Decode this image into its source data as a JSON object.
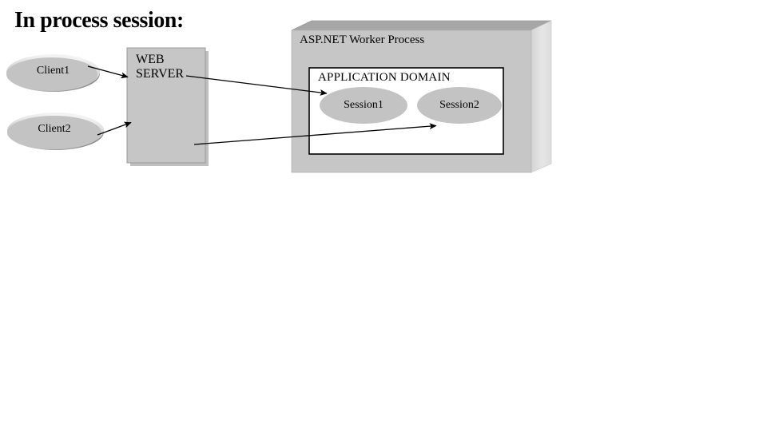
{
  "slide": {
    "title": "In process session:",
    "background": "#ffffff"
  },
  "palette": {
    "shape_fill": "#c0c0c0",
    "box_top_face": "#a6a6a6",
    "box_right_face": "#e4e4e4",
    "shadow": "#bfbfbf",
    "outline": "#000000",
    "panel_fill": "#ffffff",
    "text": "#000000"
  },
  "nodes": {
    "clients": [
      {
        "id": "client1",
        "label": "Client1",
        "shape": "ellipse-3d"
      },
      {
        "id": "client2",
        "label": "Client2",
        "shape": "ellipse-3d"
      }
    ],
    "web_server": {
      "id": "web-server",
      "label": "WEB\nSERVER",
      "shape": "rectangle"
    },
    "worker_process": {
      "id": "aspnet-worker-process",
      "label": "ASP.NET Worker Process",
      "shape": "cube"
    },
    "application_domain": {
      "id": "application-domain",
      "label": "APPLICATION DOMAIN",
      "shape": "rectangle"
    },
    "sessions": [
      {
        "id": "session1",
        "label": "Session1",
        "shape": "ellipse"
      },
      {
        "id": "session2",
        "label": "Session2",
        "shape": "ellipse"
      }
    ]
  },
  "connections": [
    {
      "id": "client1-to-web-server",
      "from": "client1",
      "to": "web-server"
    },
    {
      "id": "client2-to-web-server",
      "from": "client2",
      "to": "web-server"
    },
    {
      "id": "web-server-to-session1",
      "from": "web-server",
      "to": "session1"
    },
    {
      "id": "web-server-to-session2",
      "from": "web-server",
      "to": "session2"
    }
  ]
}
